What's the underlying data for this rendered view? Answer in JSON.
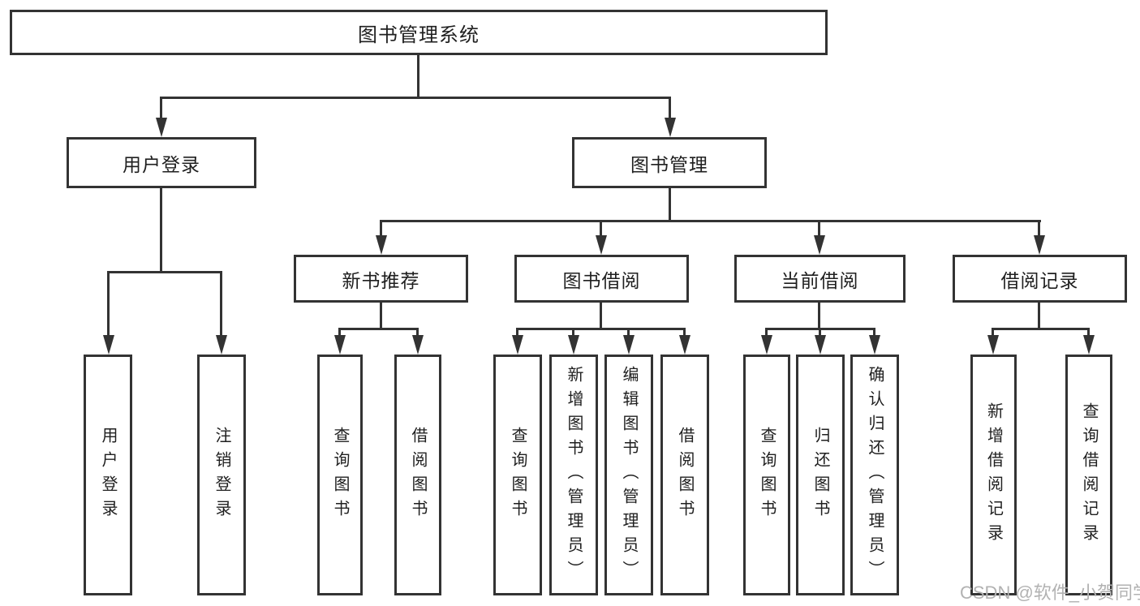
{
  "diagram": {
    "nodes": {
      "root": "图书管理系统",
      "user_login": "用户登录",
      "book_management": "图书管理",
      "new_book_recommend": "新书推荐",
      "book_borrowing": "图书借阅",
      "current_borrowing": "当前借阅",
      "borrowing_records": "借阅记录",
      "leaf_user_login": "用户登录",
      "leaf_logout_login": "注销登录",
      "leaf_rec_query_books": "查询图书",
      "leaf_rec_borrow_books": "借阅图书",
      "leaf_bb_query_books": "查询图书",
      "leaf_bb_add_books_admin": "新增图书（管理员）",
      "leaf_bb_edit_books_admin": "编辑图书（管理员）",
      "leaf_bb_borrow_books": "借阅图书",
      "leaf_cb_query_books": "查询图书",
      "leaf_cb_return_books": "归还图书",
      "leaf_cb_confirm_return_admin": "确认归还（管理员）",
      "leaf_br_add_record": "新增借阅记录",
      "leaf_br_query_record": "查询借阅记录"
    },
    "colors": {
      "line": "#333333",
      "text": "#1f1f1f",
      "watermark": "#b2b2b2",
      "background": "#ffffff"
    },
    "watermark": "CSDN @软件_小贺同学"
  }
}
